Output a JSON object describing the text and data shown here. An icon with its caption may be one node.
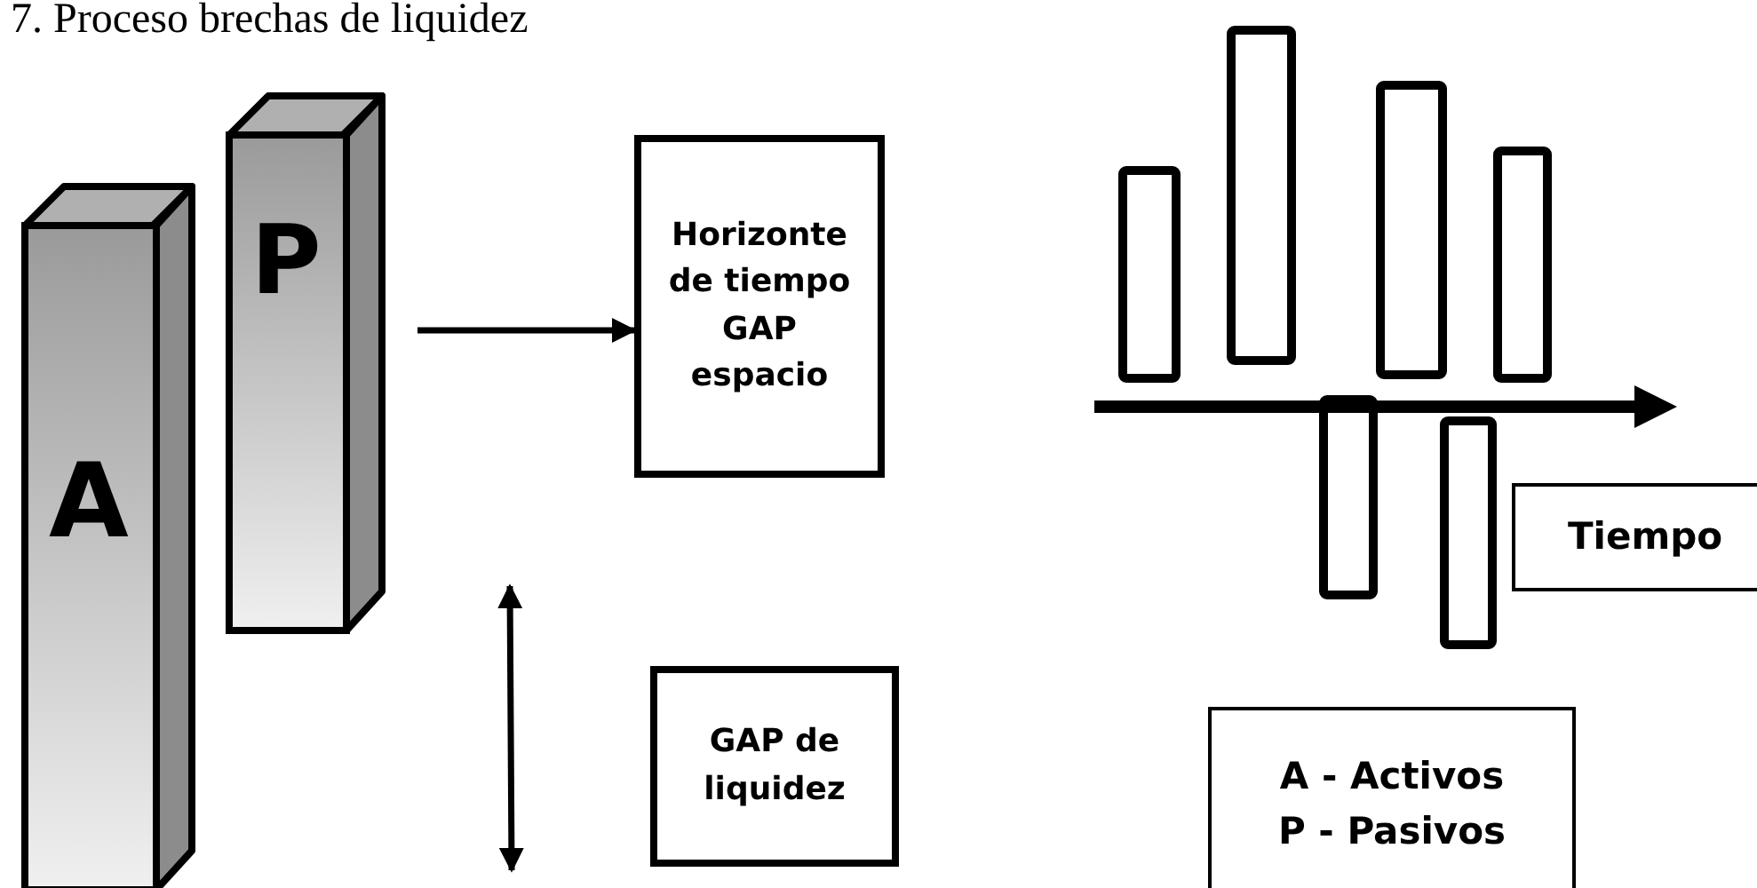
{
  "diagram": {
    "title": "7. Proceso brechas de liquidez",
    "nodes": [
      {
        "text": [
          "A"
        ]
      },
      {
        "text": [
          "P"
        ]
      },
      {
        "text": [
          "Horizonte de tiempo GAP espacio"
        ]
      },
      {
        "text": [
          "GAP de liquidez"
        ]
      },
      {
        "text": [
          "Tiempo"
        ]
      },
      {
        "text": [
          "A - Activos",
          "P - Pasivos"
        ]
      }
    ],
    "edges": [
      {
        "from": null,
        "to": 2,
        "arrow": "to"
      }
    ]
  }
}
